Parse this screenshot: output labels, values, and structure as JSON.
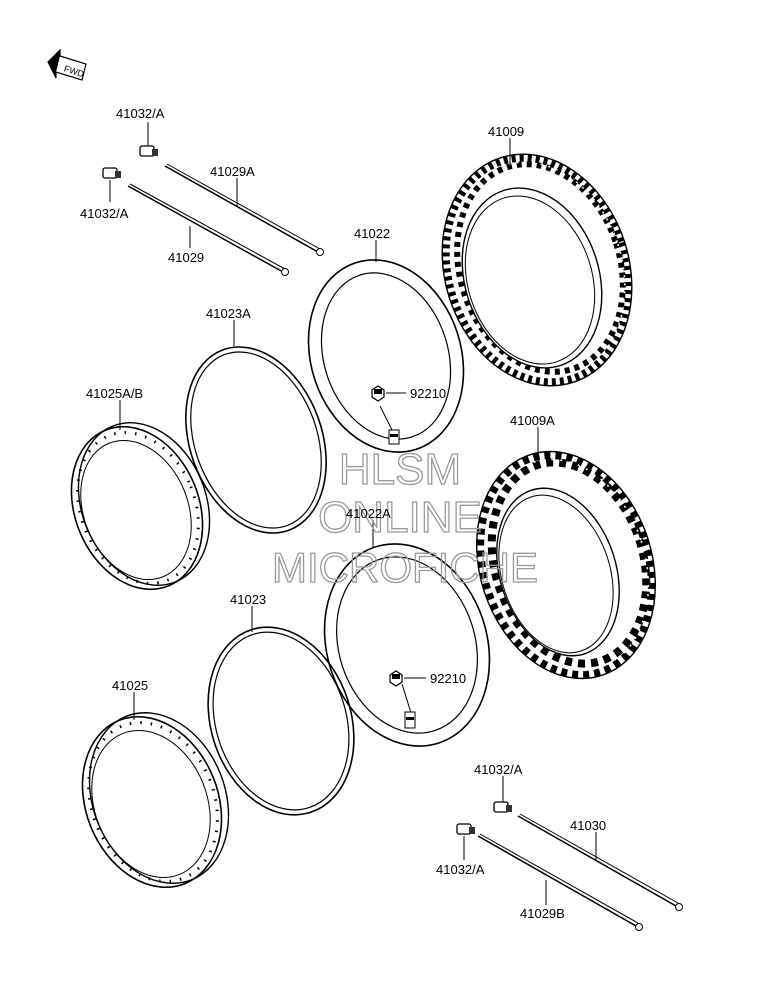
{
  "fwd_label": "FWD",
  "watermark": {
    "line1": "HLSM",
    "line2": "ONLINE",
    "line3": "MICROFICHE"
  },
  "labels": {
    "p41032A_1": "41032/A",
    "p41032A_2": "41032/A",
    "p41029A": "41029A",
    "p41029": "41029",
    "p41022": "41022",
    "p41009": "41009",
    "p41023A": "41023A",
    "p41025AB": "41025A/B",
    "p92210_1": "92210",
    "p41009A": "41009A",
    "p41022A": "41022A",
    "p41023": "41023",
    "p41025": "41025",
    "p92210_2": "92210",
    "p41032A_3": "41032/A",
    "p41030": "41030",
    "p41032A_4": "41032/A",
    "p41029B": "41029B"
  }
}
